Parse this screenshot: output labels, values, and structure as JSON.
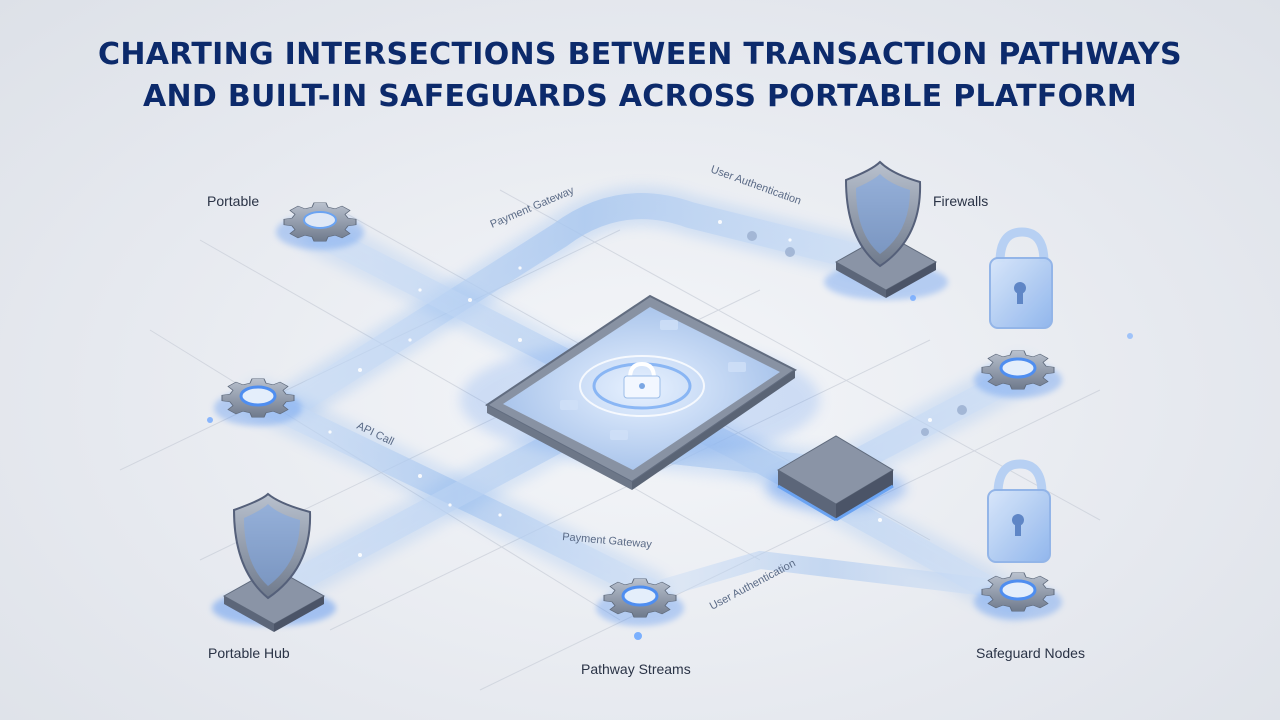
{
  "title": {
    "line1": "CHARTING INTERSECTIONS BETWEEN TRANSACTION PATHWAYS",
    "line2": "AND BUILT-IN SAFEGUARDS ACROSS PORTABLE PLATFORM"
  },
  "labels": {
    "portable": "Portable",
    "firewalls": "Firewalls",
    "portable_hub": "Portable Hub",
    "pathway_streams": "Pathway Streams",
    "safeguard_nodes": "Safeguard Nodes"
  },
  "stream_labels": {
    "payment_gateway_top": "Payment Gateway",
    "user_authentication_top": "User Authentication",
    "api_call": "API Call",
    "payment_gateway_bottom": "Payment Gateway",
    "user_authentication_bottom": "User Authentication"
  },
  "colors": {
    "title": "#0c2a6b",
    "stream": "#a9c7ef",
    "glow": "#4f8ef0",
    "metal": "#8d97a8"
  },
  "icons": [
    "gear-icon",
    "shield-icon",
    "padlock-icon",
    "tablet-icon",
    "hub-block-icon"
  ]
}
